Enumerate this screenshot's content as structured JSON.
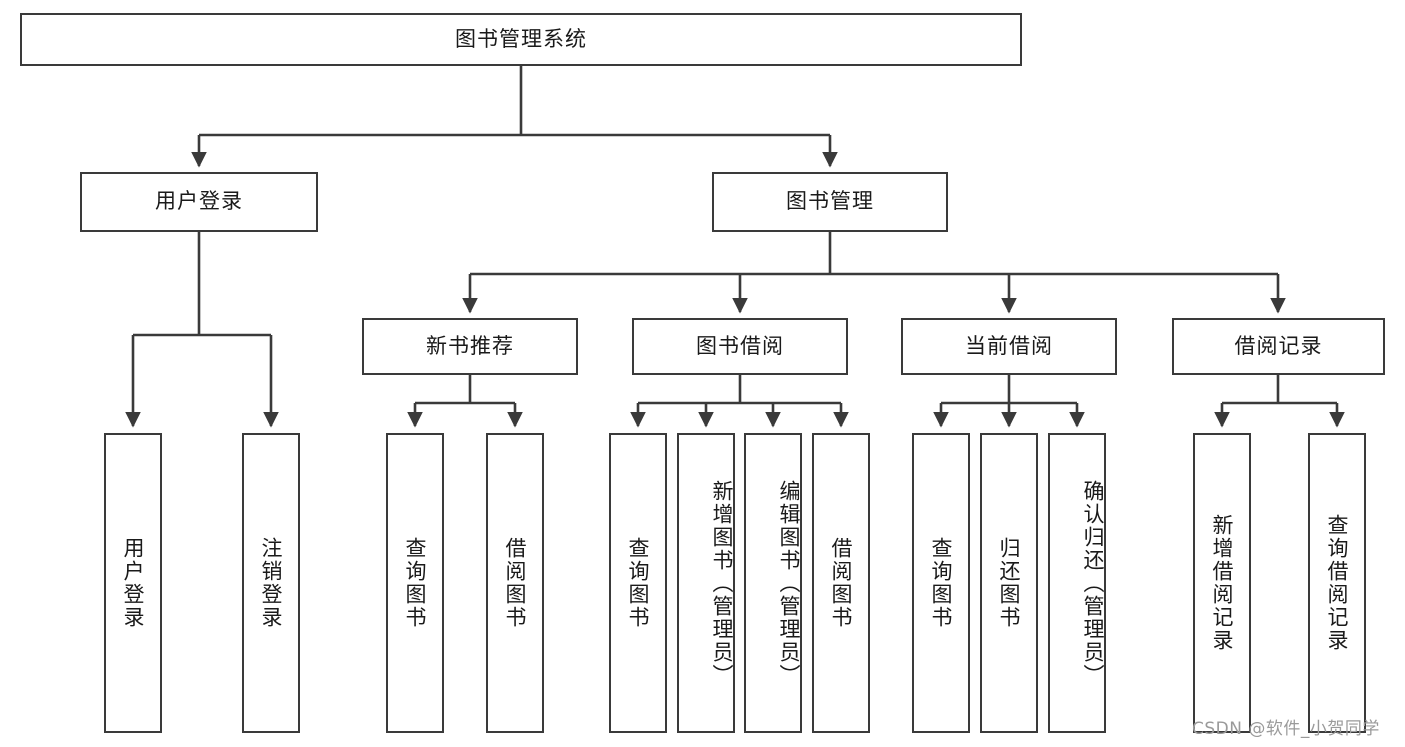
{
  "diagram": {
    "title": "图书管理系统",
    "type": "tree",
    "watermark": "CSDN @软件_小贺同学",
    "accent_color": "#3a3a3a",
    "background_color": "#ffffff",
    "text_color": "#1a1a1a",
    "watermark_color": "#9a9a9a",
    "levels": {
      "root": {
        "label": "图书管理系统"
      },
      "level2": [
        {
          "label": "用户登录"
        },
        {
          "label": "图书管理"
        }
      ],
      "level3": [
        {
          "label": "新书推荐"
        },
        {
          "label": "图书借阅"
        },
        {
          "label": "当前借阅"
        },
        {
          "label": "借阅记录"
        }
      ],
      "leaves": {
        "user_login": [
          {
            "label": "用户登录"
          },
          {
            "label": "注销登录"
          }
        ],
        "new_book_recommend": [
          {
            "label": "查询图书"
          },
          {
            "label": "借阅图书"
          }
        ],
        "book_borrow": [
          {
            "label": "查询图书"
          },
          {
            "label": "新增图书（管理员）"
          },
          {
            "label": "编辑图书（管理员）"
          },
          {
            "label": "借阅图书"
          }
        ],
        "current_borrow": [
          {
            "label": "查询图书"
          },
          {
            "label": "归还图书"
          },
          {
            "label": "确认归还（管理员）"
          }
        ],
        "borrow_record": [
          {
            "label": "新增借阅记录"
          },
          {
            "label": "查询借阅记录"
          }
        ]
      }
    }
  },
  "chart_data": {
    "type": "table",
    "title": "图书管理系统 功能结构图",
    "nodes": [
      {
        "id": "root",
        "label": "图书管理系统",
        "level": 1,
        "parent": null
      },
      {
        "id": "user-login",
        "label": "用户登录",
        "level": 2,
        "parent": "root"
      },
      {
        "id": "book-manage",
        "label": "图书管理",
        "level": 2,
        "parent": "root"
      },
      {
        "id": "new-book",
        "label": "新书推荐",
        "level": 3,
        "parent": "book-manage"
      },
      {
        "id": "book-borrow",
        "label": "图书借阅",
        "level": 3,
        "parent": "book-manage"
      },
      {
        "id": "current-borrow",
        "label": "当前借阅",
        "level": 3,
        "parent": "book-manage"
      },
      {
        "id": "borrow-record",
        "label": "借阅记录",
        "level": 3,
        "parent": "book-manage"
      },
      {
        "id": "leaf-user-login",
        "label": "用户登录",
        "level": 3,
        "parent": "user-login"
      },
      {
        "id": "leaf-logout",
        "label": "注销登录",
        "level": 3,
        "parent": "user-login"
      },
      {
        "id": "leaf-nb-query",
        "label": "查询图书",
        "level": 4,
        "parent": "new-book"
      },
      {
        "id": "leaf-nb-borrow",
        "label": "借阅图书",
        "level": 4,
        "parent": "new-book"
      },
      {
        "id": "leaf-bb-query",
        "label": "查询图书",
        "level": 4,
        "parent": "book-borrow"
      },
      {
        "id": "leaf-bb-add",
        "label": "新增图书（管理员）",
        "level": 4,
        "parent": "book-borrow"
      },
      {
        "id": "leaf-bb-edit",
        "label": "编辑图书（管理员）",
        "level": 4,
        "parent": "book-borrow"
      },
      {
        "id": "leaf-bb-borrow",
        "label": "借阅图书",
        "level": 4,
        "parent": "book-borrow"
      },
      {
        "id": "leaf-cb-query",
        "label": "查询图书",
        "level": 4,
        "parent": "current-borrow"
      },
      {
        "id": "leaf-cb-return",
        "label": "归还图书",
        "level": 4,
        "parent": "current-borrow"
      },
      {
        "id": "leaf-cb-confirm",
        "label": "确认归还（管理员）",
        "level": 4,
        "parent": "current-borrow"
      },
      {
        "id": "leaf-br-add",
        "label": "新增借阅记录",
        "level": 4,
        "parent": "borrow-record"
      },
      {
        "id": "leaf-br-query",
        "label": "查询借阅记录",
        "level": 4,
        "parent": "borrow-record"
      }
    ]
  }
}
